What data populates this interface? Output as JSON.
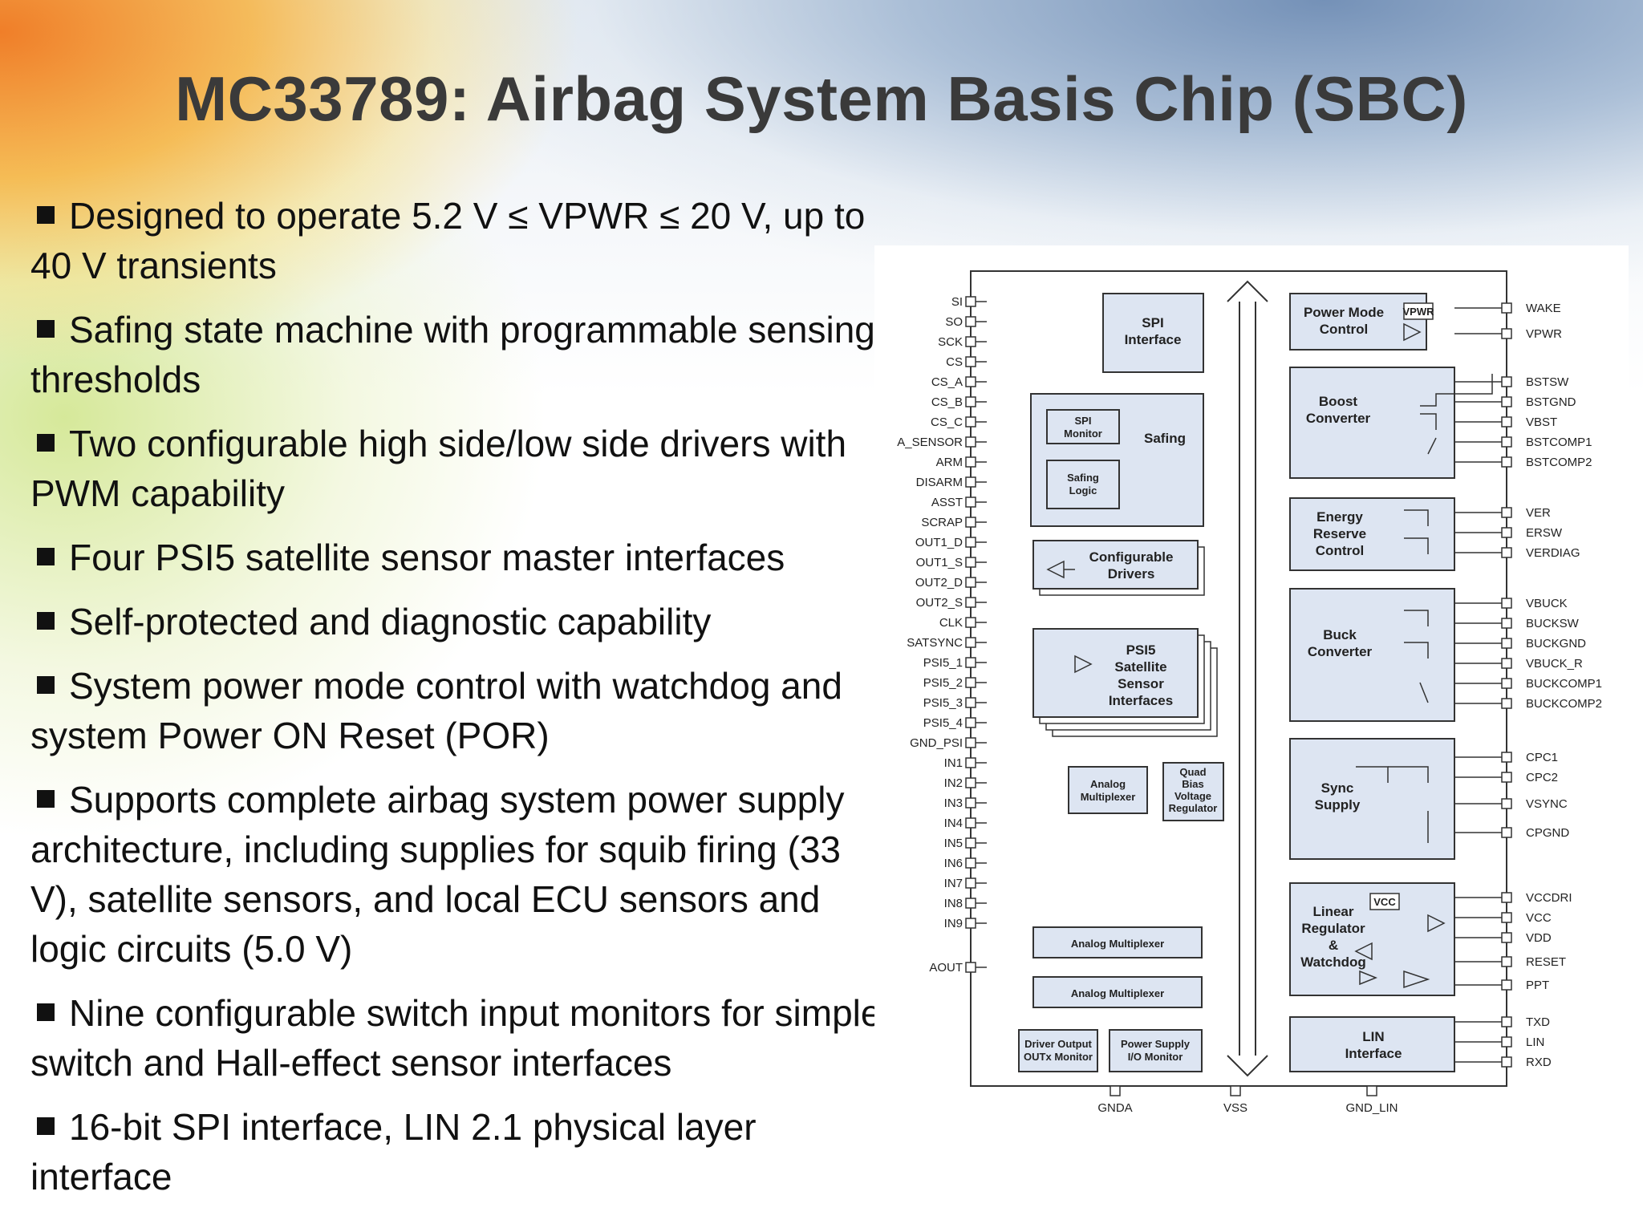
{
  "title": "MC33789: Airbag System Basis Chip (SBC)",
  "bullets": [
    "Designed to operate 5.2 V ≤ VPWR ≤ 20 V, up to 40 V transients",
    "Safing state machine with programmable sensing thresholds",
    "Two configurable high side/low side drivers with PWM capability",
    "Four PSI5 satellite sensor master interfaces",
    "Self-protected and diagnostic capability",
    "System power mode control with watchdog and system Power ON Reset (POR)",
    "Supports complete airbag system power supply architecture, including supplies for squib firing (33 V), satellite sensors, and local ECU sensors and logic circuits (5.0 V)",
    "Nine configurable switch input monitors for simple switch and Hall-effect sensor interfaces",
    "16-bit SPI interface, LIN 2.1 physical layer interface"
  ],
  "diagram": {
    "left_pins": [
      "SI",
      "SO",
      "SCK",
      "CS",
      "CS_A",
      "CS_B",
      "CS_C",
      "A_SENSOR",
      "ARM",
      "DISARM",
      "ASST",
      "SCRAP",
      "OUT1_D",
      "OUT1_S",
      "OUT2_D",
      "OUT2_S",
      "CLK",
      "SATSYNC",
      "PSI5_1",
      "PSI5_2",
      "PSI5_3",
      "PSI5_4",
      "GND_PSI",
      "IN1",
      "IN2",
      "IN3",
      "IN4",
      "IN5",
      "IN6",
      "IN7",
      "IN8",
      "IN9",
      "AOUT"
    ],
    "right_pins": [
      "WAKE",
      "VPWR",
      "BSTSW",
      "BSTGND",
      "VBST",
      "BSTCOMP1",
      "BSTCOMP2",
      "VER",
      "ERSW",
      "VERDIAG",
      "VBUCK",
      "BUCKSW",
      "BUCKGND",
      "VBUCK_R",
      "BUCKCOMP1",
      "BUCKCOMP2",
      "CPC1",
      "CPC2",
      "VSYNC",
      "CPGND",
      "VCCDRI",
      "VCC",
      "VDD",
      "RESET",
      "PPT",
      "TXD",
      "LIN",
      "RXD"
    ],
    "bottom_pins": [
      "GNDA",
      "VSS",
      "GND_LIN"
    ],
    "blocks": {
      "spi": [
        "SPI",
        "Interface"
      ],
      "spi_monitor": [
        "SPI",
        "Monitor"
      ],
      "safing": "Safing",
      "safing_logic": [
        "Safing",
        "Logic"
      ],
      "config_drivers": [
        "Configurable",
        "Drivers"
      ],
      "psi5": [
        "PSI5",
        "Satellite",
        "Sensor",
        "Interfaces"
      ],
      "analog_mux_small": [
        "Analog",
        "Multiplexer"
      ],
      "quad_bias": [
        "Quad",
        "Bias",
        "Voltage",
        "Regulator"
      ],
      "analog_mux1": "Analog Multiplexer",
      "analog_mux2": "Analog Multiplexer",
      "driver_output": [
        "Driver Output",
        "OUTx Monitor"
      ],
      "power_supply": [
        "Power Supply",
        "I/O Monitor"
      ],
      "power_mode": [
        "Power Mode",
        "Control"
      ],
      "vpwr_box": "VPWR",
      "boost": [
        "Boost",
        "Converter"
      ],
      "energy": [
        "Energy",
        "Reserve",
        "Control"
      ],
      "buck": [
        "Buck",
        "Converter"
      ],
      "sync": [
        "Sync",
        "Supply"
      ],
      "linear": [
        "Linear",
        "Regulator",
        "&",
        "Watchdog"
      ],
      "vcc_box": "VCC",
      "lin": [
        "LIN",
        "Interface"
      ]
    }
  },
  "colors": {
    "title": "#3a3a3a",
    "block_fill": "#dde5f2",
    "line": "#333333"
  }
}
